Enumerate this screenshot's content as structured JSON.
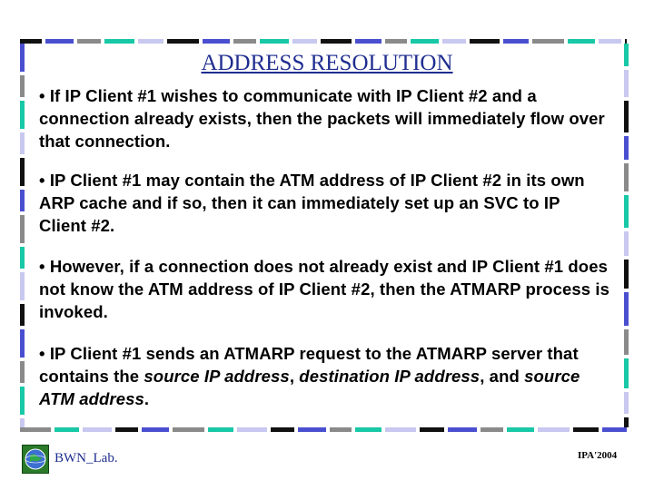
{
  "slide": {
    "title": "ADDRESS RESOLUTION",
    "bullets": [
      {
        "parts": [
          {
            "text": "• If IP Client #1 wishes to communicate with IP Client #2 and a connection already exists, then the  packets will immediately flow over that connection.",
            "italic": false
          }
        ]
      },
      {
        "parts": [
          {
            "text": "• IP Client #1 may contain the ATM address of IP Client #2 in its own ARP cache and if so, then it can immediately set up an SVC to IP Client #2.",
            "italic": false
          }
        ]
      },
      {
        "parts": [
          {
            "text": "• However, if a connection does not already exist and IP Client #1 does not know the ATM address of IP Client #2, then the ATMARP process is invoked.",
            "italic": false
          }
        ]
      },
      {
        "parts": [
          {
            "text": "• IP Client #1 sends an ATMARP request to the ATMARP server that contains the ",
            "italic": false
          },
          {
            "text": "source IP address",
            "italic": true
          },
          {
            "text": ", ",
            "italic": false
          },
          {
            "text": "destination IP address",
            "italic": true
          },
          {
            "text": ", and ",
            "italic": false
          },
          {
            "text": "source ATM address",
            "italic": true
          },
          {
            "text": ".",
            "italic": false
          }
        ]
      }
    ]
  },
  "footer": {
    "lab_label": "BWN_Lab.",
    "event_label": "IPA'2004",
    "logo_icon": "globe-logo-icon"
  },
  "colors": {
    "title": "#1f2d8f",
    "border_blue": "#4a4fd0",
    "border_teal": "#18c8a6",
    "border_gray": "#8a8a8a",
    "border_lavender": "#c8c8f0",
    "border_black": "#111111"
  }
}
